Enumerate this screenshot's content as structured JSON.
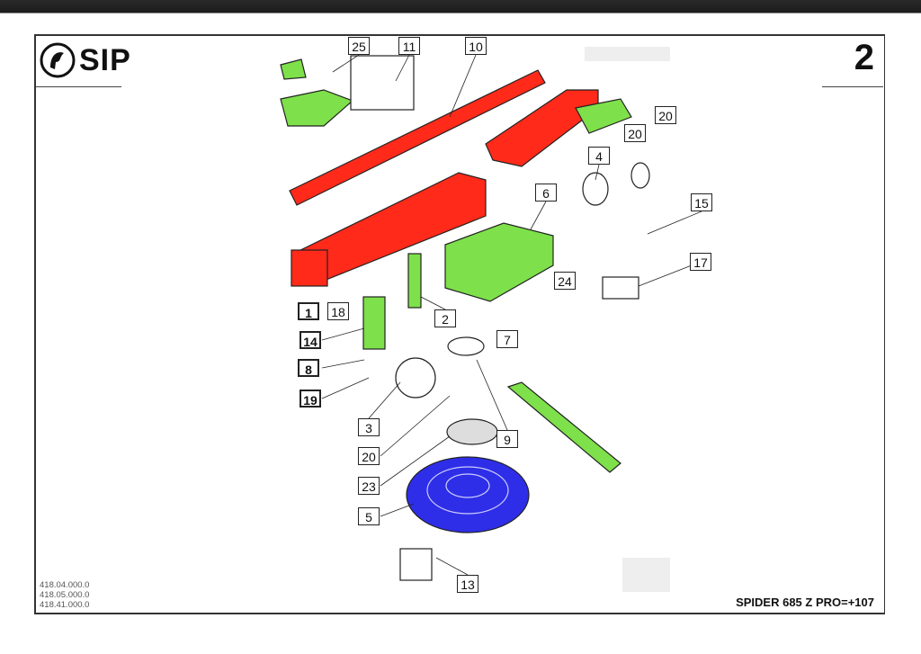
{
  "header": {
    "brand": "SIP",
    "page_number": "2"
  },
  "footer": {
    "codes": [
      "418.04.000.0",
      "418.05.000.0",
      "418.41.000.0"
    ],
    "model": "SPIDER 685 Z PRO=+107"
  },
  "callouts": [
    {
      "label": "25"
    },
    {
      "label": "11"
    },
    {
      "label": "10"
    },
    {
      "label": "20"
    },
    {
      "label": "20"
    },
    {
      "label": "4"
    },
    {
      "label": "6"
    },
    {
      "label": "15"
    },
    {
      "label": "17"
    },
    {
      "label": "24"
    },
    {
      "label": "1"
    },
    {
      "label": "18"
    },
    {
      "label": "2"
    },
    {
      "label": "7"
    },
    {
      "label": "14"
    },
    {
      "label": "8"
    },
    {
      "label": "19"
    },
    {
      "label": "3"
    },
    {
      "label": "9"
    },
    {
      "label": "20"
    },
    {
      "label": "23"
    },
    {
      "label": "5"
    },
    {
      "label": "13"
    }
  ],
  "colors": {
    "red": "#ff2a1a",
    "green": "#7ee04a",
    "blue": "#2e2ee8"
  }
}
